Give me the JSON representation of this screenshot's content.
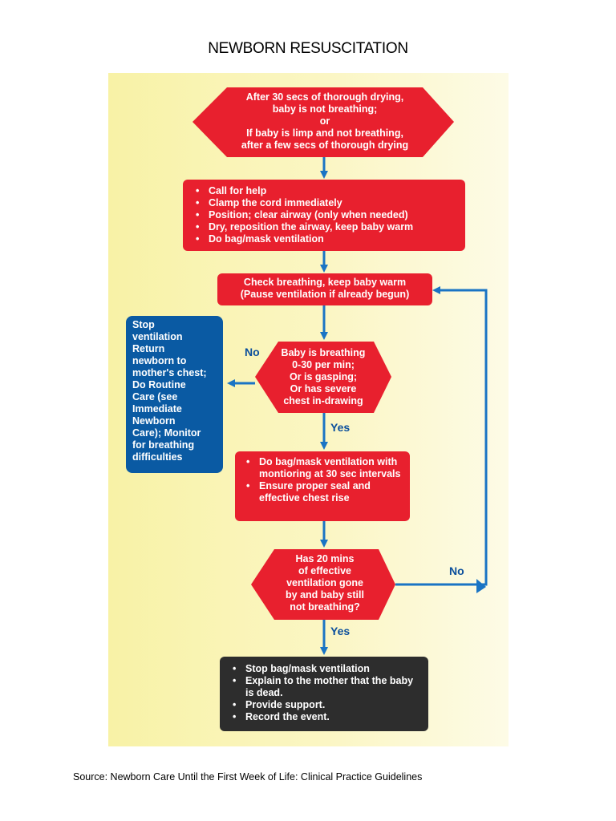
{
  "title": "NEWBORN RESUSCITATION",
  "source": "Source: Newborn Care Until the First Week of Life: Clinical Practice Guidelines",
  "colors": {
    "decision": "#e8202e",
    "action": "#e8202e",
    "stop_box": "#0a5aa3",
    "final_box": "#2d2d2d",
    "arrows": "#1a74c4",
    "background": "#f9f4b4"
  },
  "nodes": {
    "start": {
      "lines": [
        "After 30 secs of thorough drying,",
        "baby is not breathing;",
        "or",
        "If baby is limp and not breathing,",
        "after a few secs of thorough drying"
      ]
    },
    "initial_steps": {
      "items": [
        "Call for help",
        "Clamp the cord immediately",
        "Position; clear airway (only when needed)",
        "Dry, reposition the airway, keep baby warm",
        "Do bag/mask ventilation"
      ]
    },
    "check": {
      "lines": [
        "Check breathing, keep baby warm",
        "(Pause ventilation if already begun)"
      ]
    },
    "breathing_decision": {
      "lines": [
        "Baby is breathing",
        "0-30 per min;",
        "Or is gasping;",
        "Or has severe",
        "chest in-drawing"
      ]
    },
    "stop_ventilation": {
      "lines": [
        "Stop",
        "ventilation",
        "Return",
        "newborn to",
        "mother's chest;",
        "Do Routine",
        "Care (see",
        "Immediate",
        "Newborn",
        "Care); Monitor",
        "for breathing",
        "difficulties"
      ]
    },
    "ventilation": {
      "items": [
        "Do bag/mask ventilation with montioring at 30 sec intervals",
        "Ensure proper seal and effective chest rise"
      ]
    },
    "twenty_min_decision": {
      "lines": [
        "Has 20 mins",
        "of effective",
        "ventilation gone",
        "by and baby still",
        "not breathing?"
      ]
    },
    "final": {
      "items": [
        "Stop bag/mask ventilation",
        "Explain to the mother that the baby is dead.",
        "Provide support.",
        "Record the event."
      ]
    }
  },
  "edge_labels": {
    "no_left": "No",
    "yes_1": "Yes",
    "no_right": "No",
    "yes_2": "Yes"
  }
}
